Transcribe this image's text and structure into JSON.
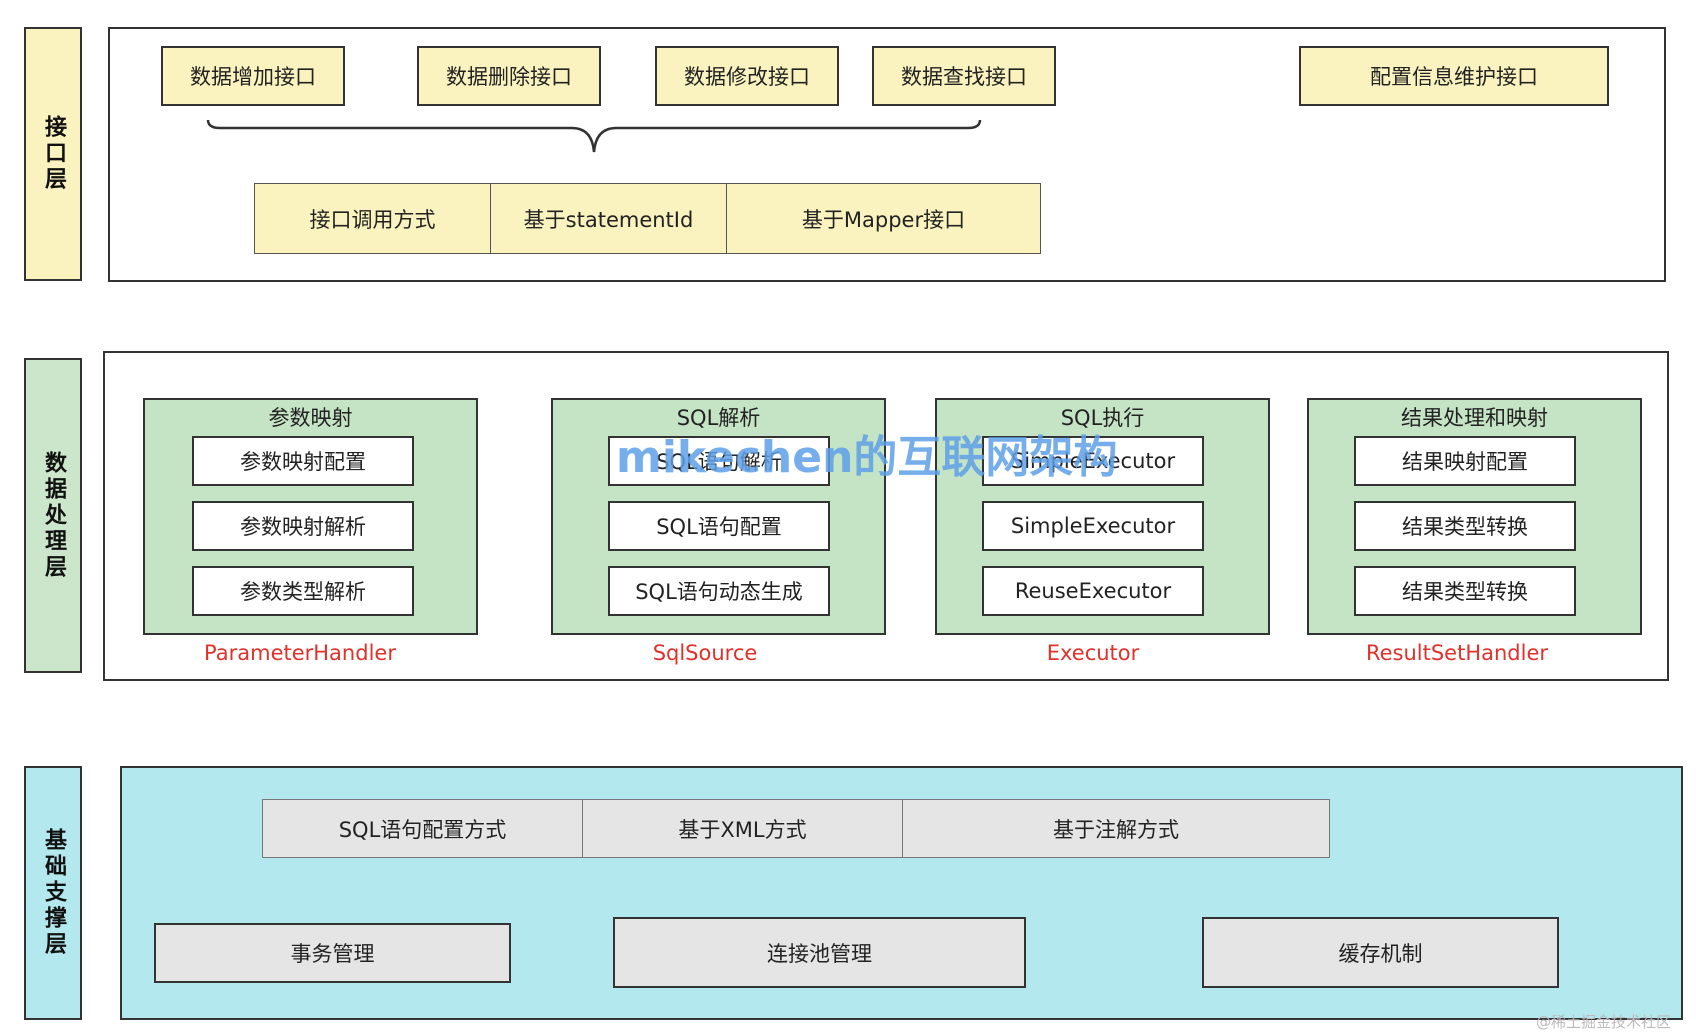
{
  "layers": {
    "interface": {
      "label": "接口层",
      "ops": [
        "数据增加接口",
        "数据删除接口",
        "数据修改接口",
        "数据查找接口"
      ],
      "config_op": "配置信息维护接口",
      "call_methods": [
        "接口调用方式",
        "基于statementId",
        "基于Mapper接口"
      ]
    },
    "processing": {
      "label": "数据处理层",
      "groups": [
        {
          "title": "参数映射",
          "items": [
            "参数映射配置",
            "参数映射解析",
            "参数类型解析"
          ],
          "caption": "ParameterHandler"
        },
        {
          "title": "SQL解析",
          "items": [
            "SQL语句解析",
            "SQL语句配置",
            "SQL语句动态生成"
          ],
          "caption": "SqlSource"
        },
        {
          "title": "SQL执行",
          "items": [
            "SimpleExecutor",
            "SimpleExecutor",
            "ReuseExecutor"
          ],
          "caption": "Executor"
        },
        {
          "title": "结果处理和映射",
          "items": [
            "结果映射配置",
            "结果类型转换",
            "结果类型转换"
          ],
          "caption": "ResultSetHandler"
        }
      ]
    },
    "foundation": {
      "label": "基础支撑层",
      "sql_config": [
        "SQL语句配置方式",
        "基于XML方式",
        "基于注解方式"
      ],
      "services": [
        "事务管理",
        "连接池管理",
        "缓存机制"
      ]
    }
  },
  "watermark": "mikechen的互联网架构",
  "footer": "@稀土掘金技术社区",
  "colors": {
    "interface_fill": "#fbf3bf",
    "processing_fill": "#c5e3c5",
    "foundation_fill": "#b3e9ee",
    "caption_red": "#e0312b",
    "gray_fill": "#e5e5e5",
    "watermark_blue": "#5ea0e8"
  }
}
